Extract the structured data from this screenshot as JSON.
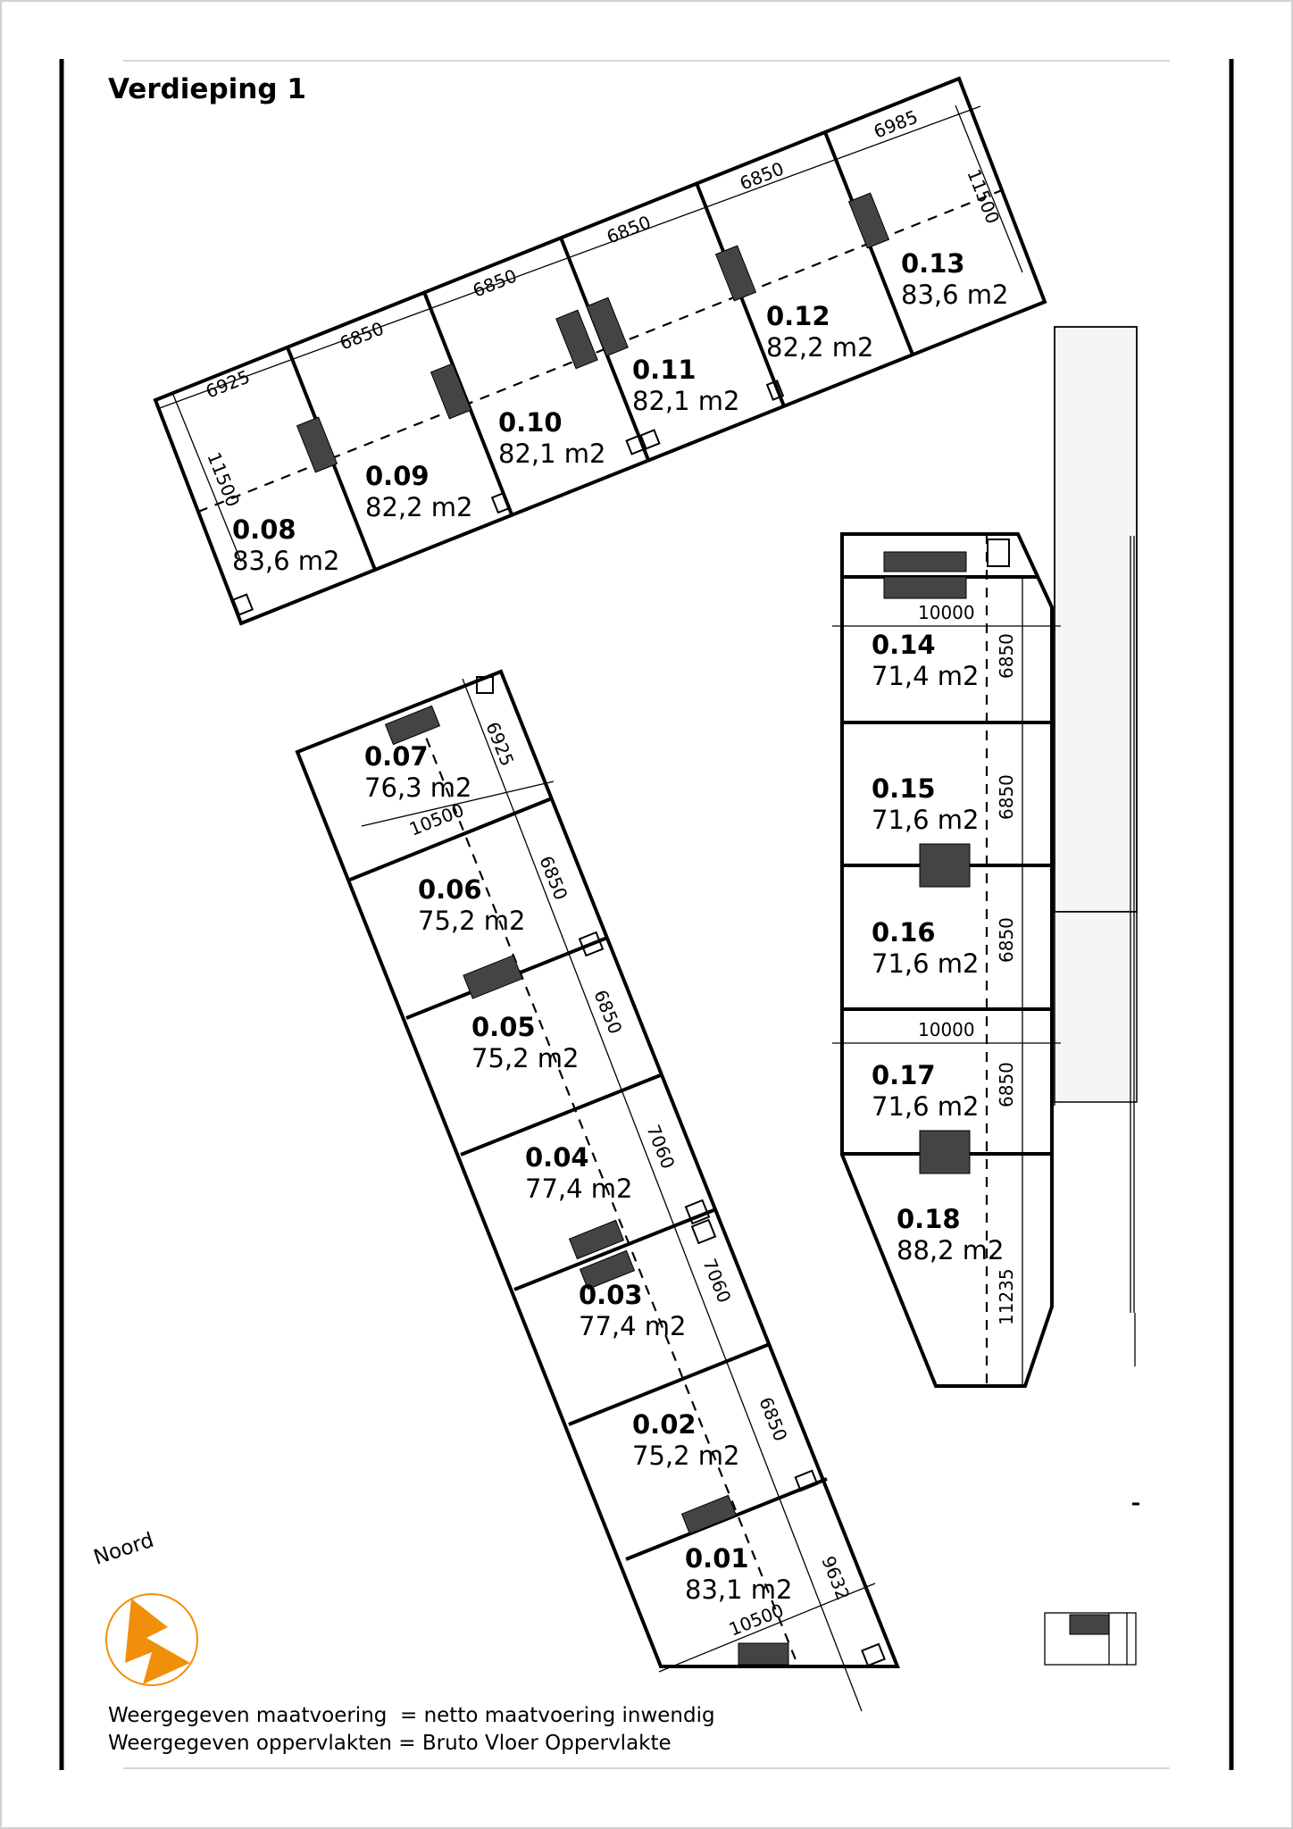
{
  "title": "Verdieping 1",
  "north_label": "Noord",
  "notes": [
    "Weergegeven maatvoering  = netto maatvoering inwendig",
    "Weergegeven oppervlakten = Bruto Vloer Oppervlakte"
  ],
  "units": [
    {
      "id": "0.01",
      "area": "83,1 m2"
    },
    {
      "id": "0.02",
      "area": "75,2 m2"
    },
    {
      "id": "0.03",
      "area": "77,4 m2"
    },
    {
      "id": "0.04",
      "area": "77,4 m2"
    },
    {
      "id": "0.05",
      "area": "75,2 m2"
    },
    {
      "id": "0.06",
      "area": "75,2 m2"
    },
    {
      "id": "0.07",
      "area": "76,3 m2"
    },
    {
      "id": "0.08",
      "area": "83,6 m2"
    },
    {
      "id": "0.09",
      "area": "82,2 m2"
    },
    {
      "id": "0.10",
      "area": "82,1 m2"
    },
    {
      "id": "0.11",
      "area": "82,1 m2"
    },
    {
      "id": "0.12",
      "area": "82,2 m2"
    },
    {
      "id": "0.13",
      "area": "83,6 m2"
    },
    {
      "id": "0.14",
      "area": "71,4 m2"
    },
    {
      "id": "0.15",
      "area": "71,6 m2"
    },
    {
      "id": "0.16",
      "area": "71,6 m2"
    },
    {
      "id": "0.17",
      "area": "71,6 m2"
    },
    {
      "id": "0.18",
      "area": "88,2 m2"
    }
  ],
  "dimensions": {
    "top_block": [
      "6925",
      "6850",
      "6850",
      "6850",
      "6850",
      "6985",
      "11500",
      "11500"
    ],
    "left_block": [
      "6925",
      "10500",
      "6850",
      "6850",
      "7060",
      "7060",
      "6850",
      "9632",
      "10500"
    ],
    "right_block": [
      "10000",
      "6850",
      "6850",
      "6850",
      "10000",
      "6850",
      "11235"
    ]
  },
  "colors": {
    "north_arrow": "#f0900a",
    "walls": "#000000",
    "gallery": "#f5f5f5"
  }
}
